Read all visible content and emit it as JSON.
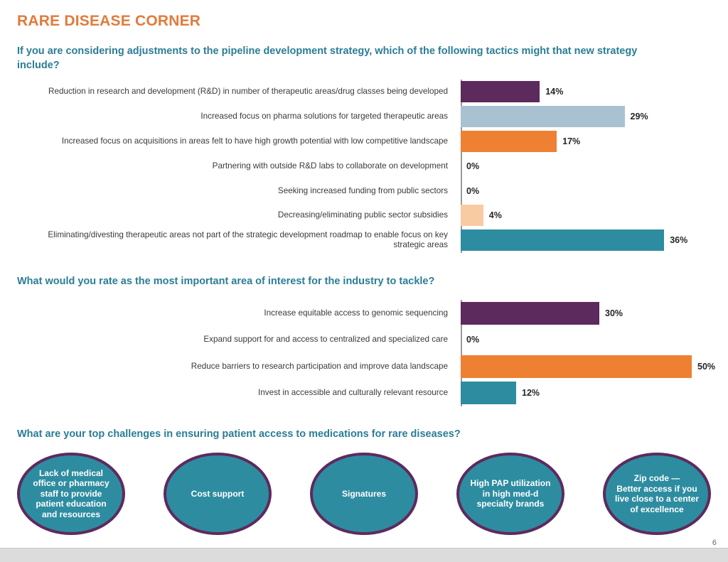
{
  "slide": {
    "title": "RARE DISEASE CORNER",
    "page_number": "6",
    "accent_orange": "#E17B3C",
    "accent_teal": "#2B7D96",
    "ellipse_fill": "#2E8CA0",
    "ellipse_border": "#5E2A5E"
  },
  "sections": {
    "q1": "If you are considering adjustments to the pipeline development strategy, which of the following tactics might that new strategy include?",
    "q2": "What would you rate as the most important area of interest for the industry to tackle?",
    "q3": "What are your top challenges in ensuring patient access to medications for rare diseases?"
  },
  "chart_data": [
    {
      "type": "bar",
      "orientation": "horizontal",
      "title": "If you are considering adjustments to the pipeline development strategy, which of the following tactics might that new strategy include?",
      "xlabel": "",
      "ylabel": "",
      "xlim": [
        0,
        40
      ],
      "grid": false,
      "legend": "none",
      "categories": [
        "Reduction in research and development (R&D) in number of therapeutic areas/drug classes being developed",
        "Increased focus on pharma solutions for targeted therapeutic areas",
        "Increased focus on acquisitions in areas felt to have high growth potential with low competitive landscape",
        "Partnering with outside R&D labs to collaborate on development",
        "Seeking increased funding from public sectors",
        "Decreasing/eliminating public sector subsidies",
        "Eliminating/divesting therapeutic areas not part of the strategic development roadmap to enable focus on key strategic areas"
      ],
      "values": [
        14,
        29,
        17,
        0,
        0,
        4,
        36
      ],
      "labels": [
        "14%",
        "29%",
        "17%",
        "0%",
        "0%",
        "4%",
        "36%"
      ],
      "colors": [
        "#5C2A5C",
        "#A9C2D1",
        "#EE8033",
        "#EE8033",
        "#EE8033",
        "#F9CBA3",
        "#2E8CA0"
      ]
    },
    {
      "type": "bar",
      "orientation": "horizontal",
      "title": "What would you rate as the most important area of interest for the industry to tackle?",
      "xlabel": "",
      "ylabel": "",
      "xlim": [
        0,
        55
      ],
      "grid": false,
      "legend": "none",
      "categories": [
        "Increase equitable access to genomic sequencing",
        "Expand support for and access to centralized and specialized care",
        "Reduce barriers to research participation and improve data landscape",
        "Invest in accessible and culturally relevant resource"
      ],
      "values": [
        30,
        0,
        50,
        12
      ],
      "labels": [
        "30%",
        "0%",
        "50%",
        "12%"
      ],
      "colors": [
        "#5C2A5C",
        "#EE8033",
        "#EE8033",
        "#2E8CA0"
      ]
    }
  ],
  "challenges": [
    {
      "text": "Lack of medical\noffice or pharmacy\nstaff to provide\npatient education\nand resources"
    },
    {
      "text": "Cost support"
    },
    {
      "text": "Signatures"
    },
    {
      "text": "High PAP utilization\nin high med-d\nspecialty brands"
    },
    {
      "text": "Zip code —\nBetter access if you\nlive close to a center\nof excellence"
    }
  ]
}
